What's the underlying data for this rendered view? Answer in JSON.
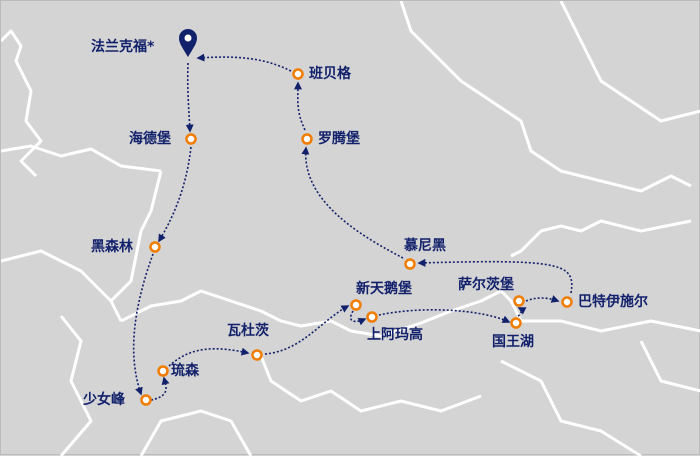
{
  "colors": {
    "background": "#d4d4d4",
    "border": "#ffffff",
    "route": "#12216b",
    "marker": "#f07d00",
    "label": "#12216b"
  },
  "start": {
    "label": "法兰克福*",
    "icon": "map-pin-icon"
  },
  "stops": [
    {
      "id": "heidelberg",
      "label": "海德堡"
    },
    {
      "id": "black-forest",
      "label": "黑森林"
    },
    {
      "id": "jungfrau",
      "label": "少女峰"
    },
    {
      "id": "lucerne",
      "label": "琉森"
    },
    {
      "id": "vaduz",
      "label": "瓦杜茨"
    },
    {
      "id": "neuschwanstein",
      "label": "新天鹅堡"
    },
    {
      "id": "oberammergau",
      "label": "上阿玛高"
    },
    {
      "id": "koenigssee",
      "label": "国王湖"
    },
    {
      "id": "salzburg",
      "label": "萨尔茨堡"
    },
    {
      "id": "bad-ischl",
      "label": "巴特伊施尔"
    },
    {
      "id": "munich",
      "label": "慕尼黑"
    },
    {
      "id": "rothenburg",
      "label": "罗腾堡"
    },
    {
      "id": "bamberg",
      "label": "班贝格"
    }
  ]
}
